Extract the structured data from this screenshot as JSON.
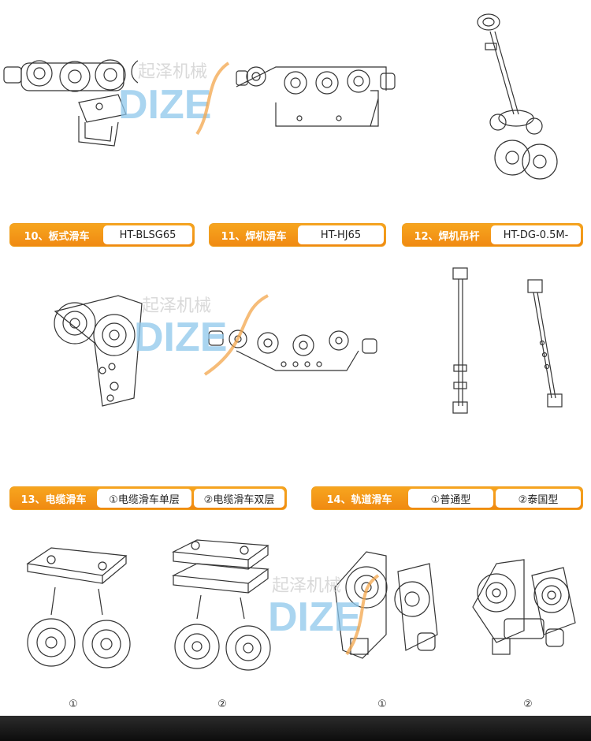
{
  "watermark": {
    "chinese": "起泽机械",
    "latin": "DIZE",
    "color_blue": "#8ec8ec",
    "color_orange": "#f3a64b"
  },
  "accent_color": "#f39a1b",
  "sections": [
    {
      "number_title": "10、板式滑车",
      "model": "HT-BLSG65"
    },
    {
      "number_title": "11、焊机滑车",
      "model": "HT-HJ65"
    },
    {
      "number_title": "12、焊机吊杆",
      "model": "HT-DG-0.5M-"
    },
    {
      "number_title": "13、电缆滑车",
      "options": [
        "①电缆滑车单层",
        "②电缆滑车双层"
      ]
    },
    {
      "number_title": "14、轨道滑车",
      "options": [
        "①普通型",
        "②泰国型"
      ]
    }
  ],
  "variant_marks": [
    "①",
    "②",
    "①",
    "②"
  ],
  "drawings": [
    "plate-trolley-drawing",
    "welder-trolley-rail-drawing",
    "welder-hanger-eyebolt-drawing",
    "plate-trolley-front-drawing",
    "welder-trolley-plate-drawing",
    "welder-hanger-rods-drawing",
    "cable-trolley-single-drawing",
    "cable-trolley-double-drawing",
    "track-trolley-standard-drawing",
    "track-trolley-thai-drawing"
  ]
}
